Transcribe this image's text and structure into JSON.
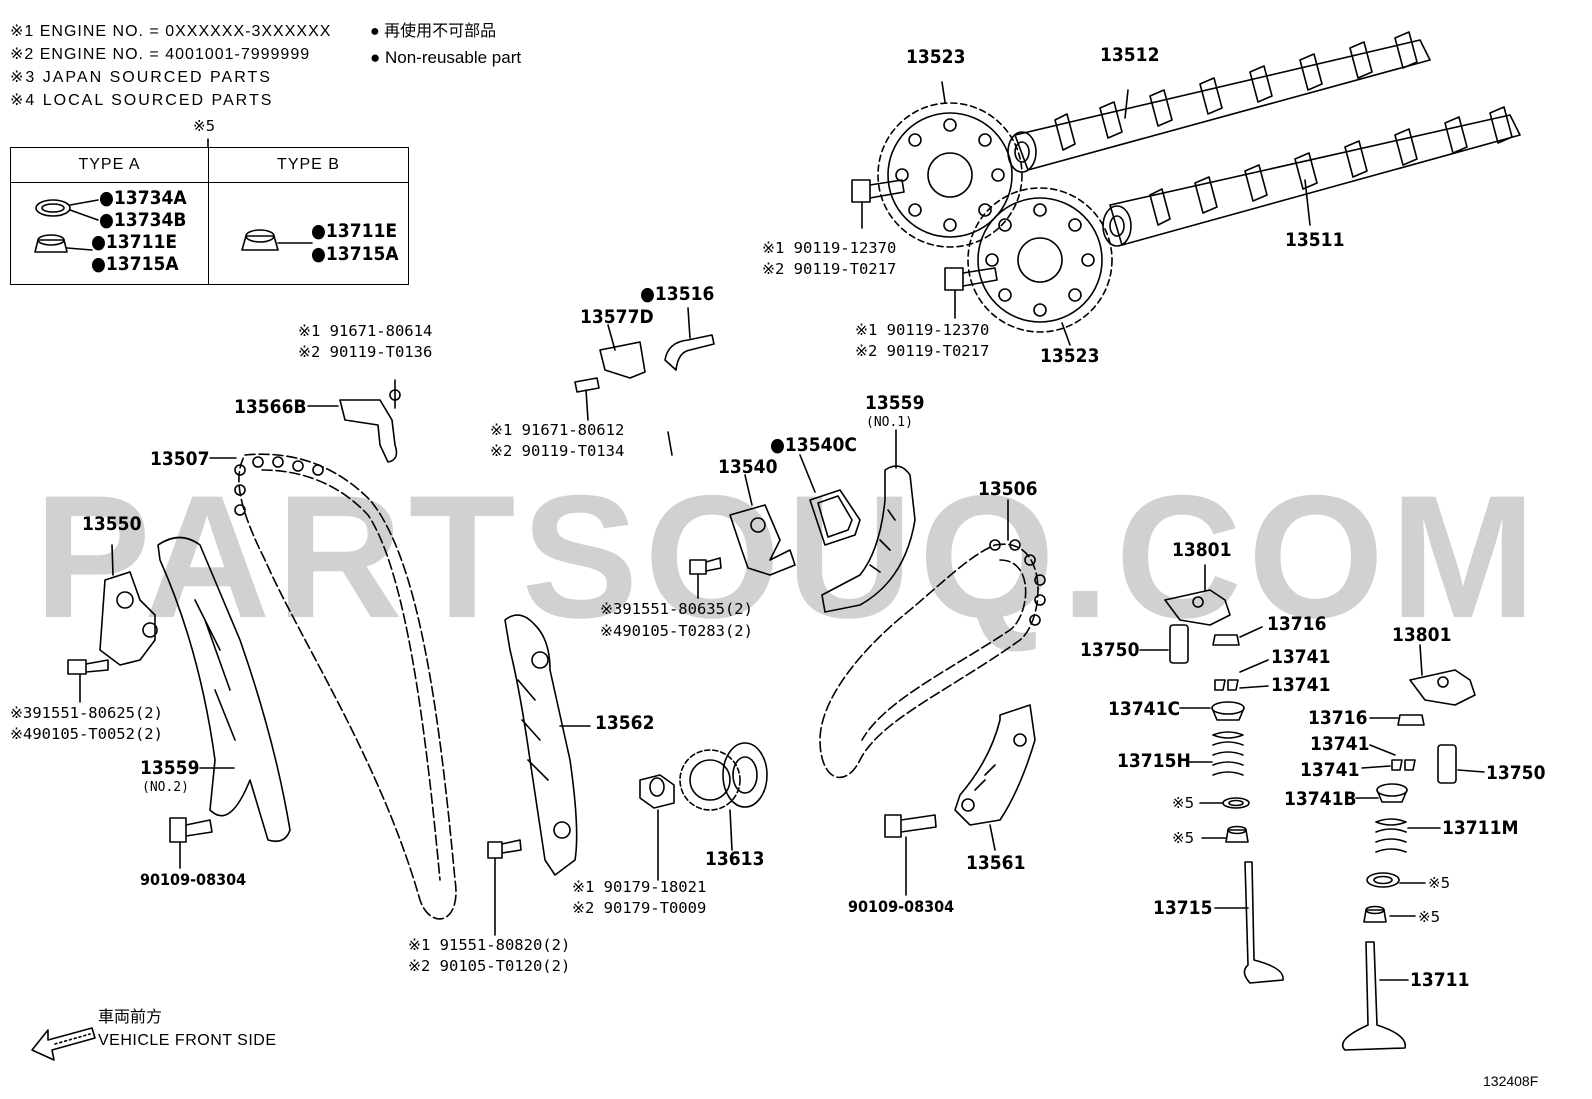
{
  "notes": {
    "n1": "※1  ENGINE NO. = 0XXXXXX-3XXXXXX",
    "n2": "※2  ENGINE NO. = 4001001-7999999",
    "n3": "※3 JAPAN SOURCED PARTS",
    "n4": "※4 LOCAL SOURCED PARTS",
    "legend_jp": "再使用不可部品",
    "legend_en": "Non-reusable part",
    "n5": "※5"
  },
  "type_table": {
    "type_a": "TYPE A",
    "type_b": "TYPE B",
    "a_parts": [
      "●13734A",
      "●13734B",
      "●13711E",
      "●13715A"
    ],
    "b_parts": [
      "●13711E",
      "●13715A"
    ]
  },
  "parts": {
    "p13523a": "13523",
    "p13512": "13512",
    "p13511": "13511",
    "p13523b": "13523",
    "bolt_cam1_a": "※1  90119-12370",
    "bolt_cam1_b": "※2  90119-T0217",
    "bolt_cam2_a": "※1  90119-12370",
    "bolt_cam2_b": "※2  90119-T0217",
    "p13516": "●13516",
    "p13577d": "13577D",
    "bolt_13577_a": "※1  91671-80612",
    "bolt_13577_b": "※2  90119-T0134",
    "bolt_13566_a": "※1  91671-80614",
    "bolt_13566_b": "※2  90119-T0136",
    "p13566b": "13566B",
    "p13507": "13507",
    "p13550": "13550",
    "bolt_13550_a": "※391551-80625(2)",
    "bolt_13550_b": "※490105-T0052(2)",
    "p13559_no2": "13559",
    "no2": "(NO.2)",
    "p90109a": "90109-08304",
    "p13540": "13540",
    "p13540c": "●13540C",
    "bolt_13540_a": "※391551-80635(2)",
    "bolt_13540_b": "※490105-T0283(2)",
    "p13559_no1": "13559",
    "no1": "(NO.1)",
    "p13506": "13506",
    "p13562": "13562",
    "p13613": "13613",
    "bolt_13613_a": "※1  90179-18021",
    "bolt_13613_b": "※2  90179-T0009",
    "bolt_13562_a": "※1  91551-80820(2)",
    "bolt_13562_b": "※2  90105-T0120(2)",
    "p90109b": "90109-08304",
    "p13561": "13561",
    "p13801a": "13801",
    "p13750a": "13750",
    "p13716a": "13716",
    "p13741a": "13741",
    "p13741b": "13741",
    "p13741c": "13741C",
    "p13715h": "13715H",
    "x5a": "※5",
    "x5b": "※5",
    "p13715": "13715",
    "p13801b": "13801",
    "p13716b": "13716",
    "p13741d": "13741",
    "p13741e": "13741",
    "p13750b": "13750",
    "p13741b_part": "13741B",
    "p13711m": "13711M",
    "x5c": "※5",
    "x5d": "※5",
    "p13711": "13711"
  },
  "footer": {
    "front_jp": "車両前方",
    "front_en": "VEHICLE FRONT SIDE",
    "code": "132408F"
  },
  "watermark": "PARTSOUQ.COM"
}
